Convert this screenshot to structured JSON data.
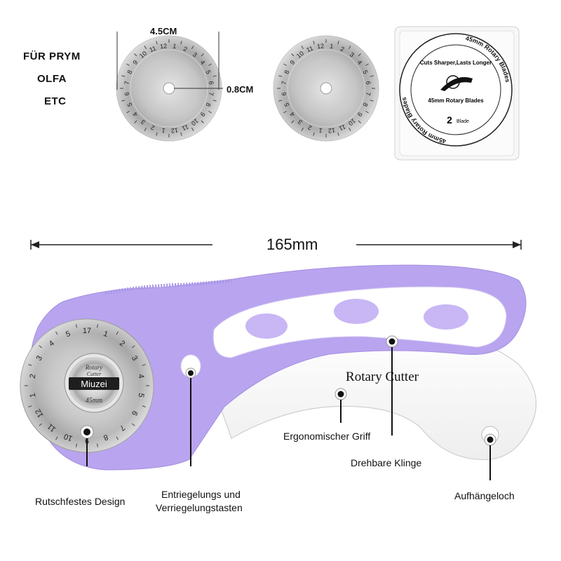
{
  "compatibility": [
    "FÜR PRYM",
    "OLFA",
    "ETC"
  ],
  "blade": {
    "diameter_label": "4.5CM",
    "hole_label": "0.8CM",
    "scale_numbers": [
      "1",
      "2",
      "3",
      "4",
      "5",
      "6",
      "7",
      "8",
      "9",
      "10",
      "11",
      "12",
      "1",
      "2",
      "3",
      "4",
      "5",
      "6",
      "7",
      "8",
      "9",
      "10",
      "11",
      "12"
    ]
  },
  "package": {
    "ring_text": "45mm Rotary Blades",
    "tagline": "Cuts Sharper,Lasts Longer",
    "product": "45mm Rotary Blades",
    "count": "2",
    "count_unit": "Blade"
  },
  "cutter": {
    "length_label": "165mm",
    "brand": "Miuzei",
    "brand_top": "Rotary",
    "brand_sub": "Cutter",
    "size": "45mm",
    "guard_text": "Rotary Cutter",
    "scale_numbers": [
      "17",
      "1",
      "2",
      "3",
      "4",
      "5",
      "6",
      "7",
      "8",
      "9",
      "10",
      "11",
      "12",
      "1",
      "2",
      "3",
      "4",
      "5"
    ],
    "body_color": "#b9a4ef",
    "grip_color": "#c8b6f5"
  },
  "callouts": {
    "anti_slip": "Rutschfestes Design",
    "lock_line1": "Entriegelungs und",
    "lock_line2": "Verriegelungstasten",
    "grip": "Ergonomischer Griff",
    "rotating_blade": "Drehbare Klinge",
    "hanging_hole": "Aufhängeloch"
  }
}
